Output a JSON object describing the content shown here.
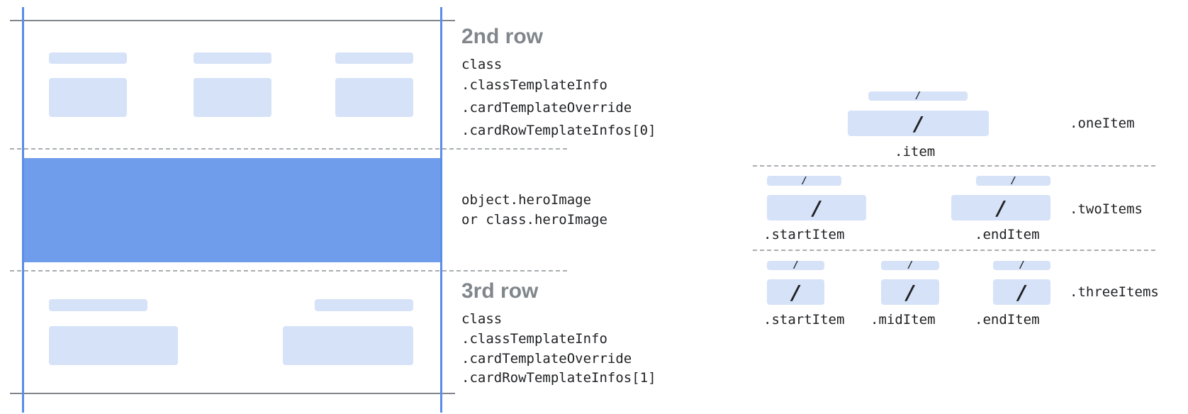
{
  "left": {
    "second_row": {
      "title": "2nd row",
      "lines": [
        "class",
        ".classTemplateInfo",
        ".cardTemplateOverride",
        ".cardRowTemplateInfos[0]"
      ]
    },
    "hero": {
      "lines": [
        "object.heroImage",
        "or class.heroImage"
      ],
      "color": "#6f9dec"
    },
    "third_row": {
      "title": "3rd row",
      "lines": [
        "class",
        ".classTemplateInfo",
        ".cardTemplateOverride",
        ".cardRowTemplateInfos[1]"
      ]
    }
  },
  "right": {
    "slot_mark": "/",
    "one_item": {
      "name": ".oneItem",
      "item_label": ".item"
    },
    "two_items": {
      "name": ".twoItems",
      "start_label": ".startItem",
      "end_label": ".endItem"
    },
    "three_items": {
      "name": ".threeItems",
      "start_label": ".startItem",
      "mid_label": ".midItem",
      "end_label": ".endItem"
    }
  },
  "colors": {
    "accent_line": "#5a8de8",
    "card_fill": "#d6e2f8",
    "heading_gray": "#80868b"
  }
}
